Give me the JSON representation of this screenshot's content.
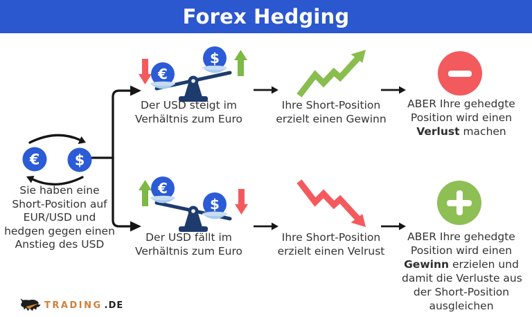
{
  "header": {
    "title": "Forex Hedging"
  },
  "start": {
    "currency_left": "€",
    "currency_right": "$",
    "lines": [
      "Sie haben eine",
      "Short-Position auf",
      "EUR/USD und",
      "hedgen gegen einen",
      "Anstieg des USD"
    ]
  },
  "top": {
    "scale_caption": [
      "Der USD steigt im",
      "Verhältnis zum Euro"
    ],
    "trend_caption": [
      "Ihre Short-Position",
      "erzielt einen Gewinn"
    ],
    "result": {
      "line1": "ABER Ihre gehedgte",
      "line2": "Position wird einen",
      "bold": "Verlust",
      "tail": " machen"
    }
  },
  "bottom": {
    "scale_caption": [
      "Der USD fällt im",
      "Verhältnis zum Euro"
    ],
    "trend_caption": [
      "Ihre Short-Position",
      "erzielt einen Velrust"
    ],
    "result": {
      "line1": "ABER Ihre gehedgte",
      "line2": "Position wird einen",
      "bold": "Gewinn",
      "tail": " erzielen und",
      "line4": "damit die Verluste aus",
      "line5": "der Short-Position",
      "line6": "ausgleichen"
    }
  },
  "logo": {
    "brand": "TRADING",
    "suffix": ".DE"
  },
  "colors": {
    "header_blue": "#2b57cf",
    "coin_blue": "#2b5bd6",
    "scale_navy": "#1d3b6d",
    "pan_blue": "#a6cbee",
    "red": "#f45a5d",
    "red_badge": "#f25a5e",
    "green": "#7eb845",
    "green_badge": "#8ebf55",
    "text": "#333333",
    "logo_orange": "#d08038"
  }
}
